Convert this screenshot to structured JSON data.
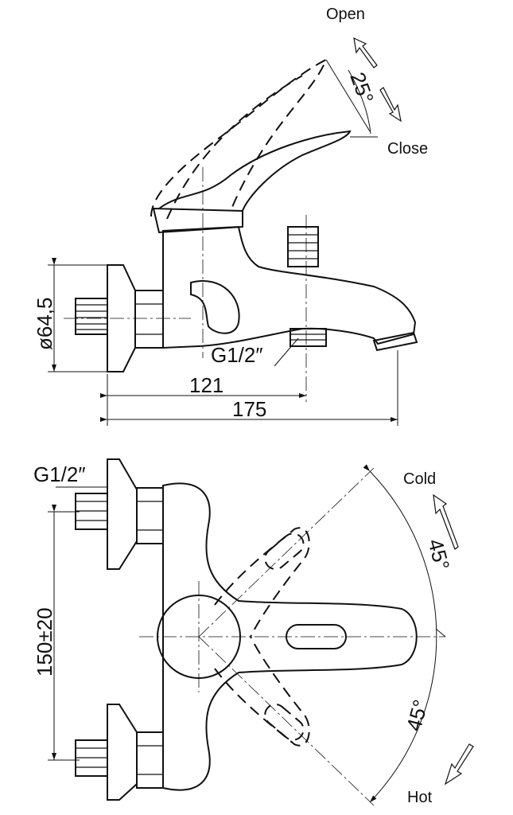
{
  "side_view": {
    "open_label": "Open",
    "close_label": "Close",
    "angle_label": "25°",
    "diameter_label": "ø64,5",
    "thread_label": "G1/2″",
    "dim_121": "121",
    "dim_175": "175"
  },
  "top_view": {
    "thread_label": "G1/2″",
    "cold_label": "Cold",
    "hot_label": "Hot",
    "angle_cold_label": "45°",
    "angle_hot_label": "45°",
    "spacing_label": "150±20"
  }
}
